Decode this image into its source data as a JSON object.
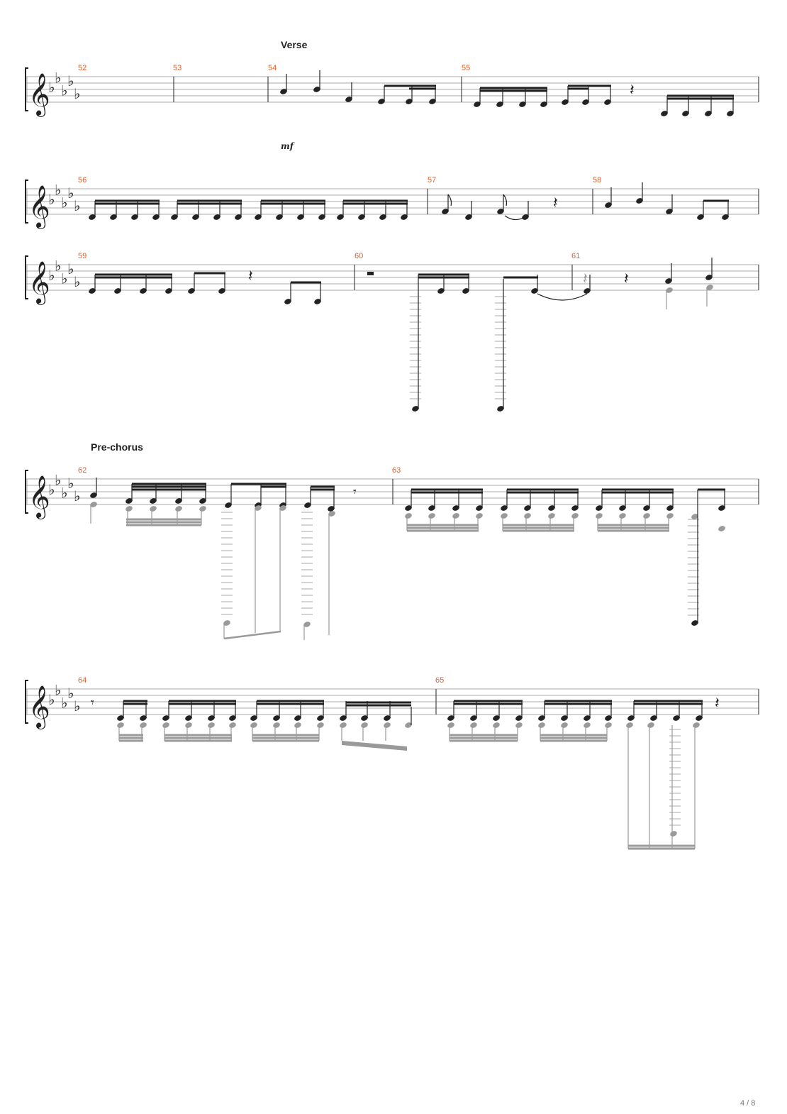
{
  "page": {
    "page_number": "4 / 8"
  },
  "score": {
    "key": "B-flat minor (5 flats)",
    "clef": "treble",
    "colors": {
      "ink": "#222222",
      "staff": "#a9a9a9",
      "ghost": "#9a9a9a",
      "measure_number": "#e0602a"
    },
    "sections": [
      {
        "label": "Verse",
        "measure": "54"
      },
      {
        "label": "Pre-chorus",
        "measure": "62"
      }
    ],
    "dynamics": [
      {
        "text": "mf",
        "measure": "56"
      }
    ],
    "systems": [
      {
        "measures": [
          "52",
          "53",
          "54",
          "55"
        ]
      },
      {
        "measures": [
          "56",
          "57",
          "58"
        ]
      },
      {
        "measures": [
          "59",
          "60",
          "61"
        ]
      },
      {
        "measures": [
          "62",
          "63"
        ]
      },
      {
        "measures": [
          "64",
          "65"
        ]
      }
    ]
  }
}
